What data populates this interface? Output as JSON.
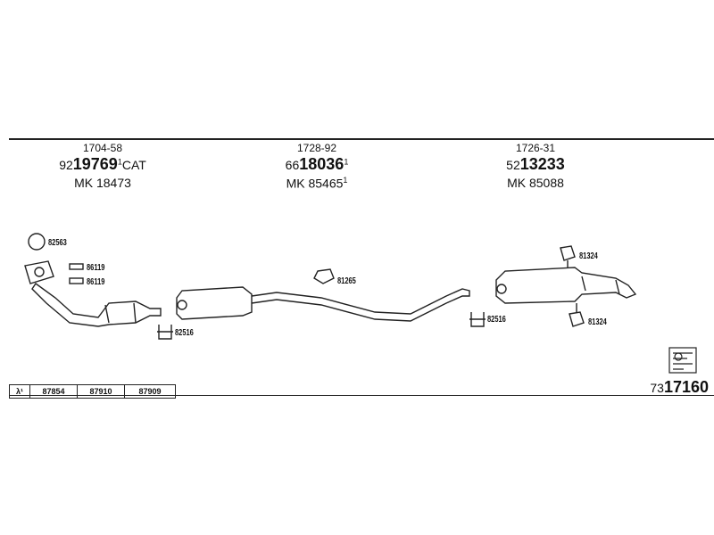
{
  "groups": [
    {
      "ref": "1704-58",
      "prefix": "92",
      "number": "19769",
      "sup": "1",
      "suffix": "CAT",
      "mk": "MK  18473"
    },
    {
      "ref": "1728-92",
      "prefix": "66",
      "number": "18036",
      "sup": "1",
      "suffix": "",
      "mk": "MK  85465",
      "mk_sup": "1"
    },
    {
      "ref": "1726-31",
      "prefix": "52",
      "number": "13233",
      "sup": "",
      "suffix": "",
      "mk": "MK  85088"
    }
  ],
  "labels": {
    "p82563": "82563",
    "p86119a": "86119",
    "p86119b": "86119",
    "p82516a": "82516",
    "p81265": "81265",
    "p82516b": "82516",
    "p81324a": "81324",
    "p81324b": "81324"
  },
  "table": {
    "lambda": "λ¹",
    "cells": [
      "87854",
      "87910",
      "87909"
    ]
  },
  "total": {
    "prefix": "73",
    "number": "17160"
  },
  "icons": {
    "info": "book-info-icon"
  }
}
